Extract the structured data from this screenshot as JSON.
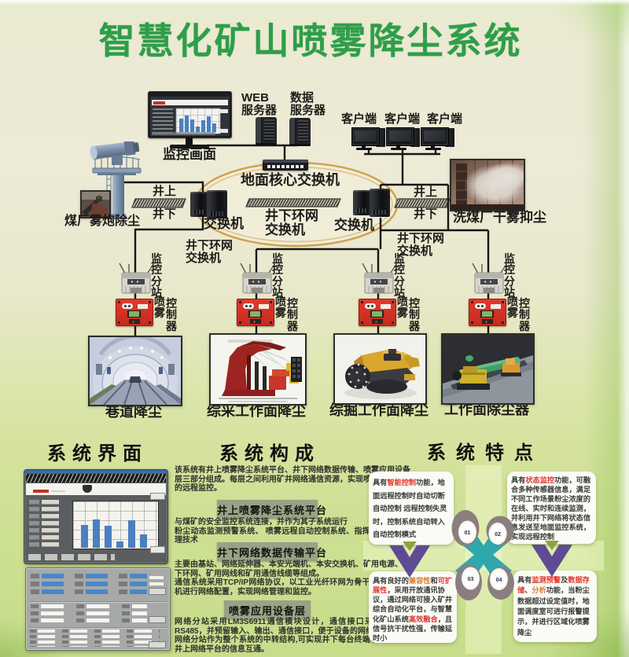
{
  "title": "智慧化矿山喷雾降尘系统",
  "colors": {
    "title_green": "#2F9E49",
    "ellipse_tan": "#CFA14D",
    "controller_red": "#D23126",
    "highlight_red": "#E03A30",
    "highlight_orange": "#E07B35",
    "arrow_purple": "#5E4B93",
    "motif_teal": "#2EA8AC",
    "chart_blue": "#4A7FC1",
    "platform_label_bg": "#97A084"
  },
  "chart_data": {
    "type": "bar",
    "note": "decorative dashboard bar charts inside screenshots",
    "monitor_bars": [
      62,
      78,
      60,
      25,
      55,
      75,
      40
    ],
    "interface_bars": [
      52,
      65,
      50,
      15,
      62,
      30
    ]
  },
  "topology": {
    "monitor_label": "监控画面",
    "web_server_label_line1": "WEB",
    "web_server_label_line2": "服务器",
    "data_server_label_line1": "数据",
    "data_server_label_line2": "服务器",
    "client1_label": "客户端",
    "client2_label": "客户端",
    "client3_label": "客户端",
    "core_switch_label": "地面核心交换机",
    "ring_center_line1": "井下环网",
    "ring_center_line2": "交换机",
    "left_surface_above": "井上",
    "left_surface_below": "井下",
    "right_surface_above": "井上",
    "right_surface_below": "井下",
    "left_switch_label": "交换机",
    "right_switch_label": "交换机",
    "ring_left_line1": "井下环网",
    "ring_left_line2": "交换机",
    "ring_right_line1": "井下环网",
    "ring_right_line2": "交换机",
    "fog_cannon_label": "煤厂雾炮除尘",
    "wash_plant_label": "洗煤厂干雾抑尘",
    "substation_label": "监控分站",
    "controller_label_col1": "喷雾",
    "controller_label_col2": "控制器",
    "scene1_label": "巷道降尘",
    "scene2_label": "综采工作面降尘",
    "scene3_label": "综掘工作面降尘",
    "scene4_label": "工作面除尘器"
  },
  "interface_section": {
    "heading": "系统界面"
  },
  "composition_section": {
    "heading": "系统构成",
    "intro": "该系统有井上喷雾降尘系统平台、井下网络数据传输、喷雾应用设备层三部分组成。每层之间利用矿井网络通信资源，实现喷雾降尘装置的远程监控。",
    "platform1_label": "井上喷雾降尘系统平台",
    "platform1_desc": "与煤矿的安全监控系统连接，并作为其子系统运行\n粉尘动态监测预警系统、 喷雾远程自动控制系统、指挥调度分级管理技术",
    "platform2_label": "井下网络数据传输平台",
    "platform2_desc": "主要由基站、网络延伸器、本安光端机、本安交换机、矿用电源、井下环网、矿用网线和矿用通信线缆等组成。\n通信系统采用TCP/IP网络协议，以工业光纤环网为骨干，通过交换机进行网络配置，实现网络管理和监控。",
    "platform3_label": "喷雾应用设备层",
    "platform3_desc": "网络分站采用LM3S6911通信模块设计，通信接口采用RJ45转RS485，并预留输入、输出、通信接口，便于设备的网络扩展;同时,网络分站作为整个系统的中转结构,可实现井下每台终端喷雾设备与井上网络平台的信息互通。"
  },
  "features_section": {
    "heading": "系统特点",
    "badge1": "01",
    "badge2": "02",
    "badge3": "03",
    "badge4": "04",
    "box1_segments": [
      {
        "t": "具有"
      },
      {
        "t": "智能控制",
        "hl": "red"
      },
      {
        "t": "功能，地面远程控制时自动切断自动控制 远程控制失灵时，控制系统自动转入自动控制模式"
      }
    ],
    "box2_segments": [
      {
        "t": "具有"
      },
      {
        "t": "状态监控",
        "hl": "red"
      },
      {
        "t": "功能，可融合多种传感器信息，满足不同工作场景粉尘浓度的在线、实时和连续监测，并利用井下网络将状态信息发送至地面监控系统，实现远程控制"
      }
    ],
    "box3_segments": [
      {
        "t": "具有良好的"
      },
      {
        "t": "兼容性",
        "hl": "orange"
      },
      {
        "t": "和"
      },
      {
        "t": "可扩展性",
        "hl": "red"
      },
      {
        "t": "，采用开放通讯协议，通过网络可接入矿井综合自动化平台，与智慧化矿山系统"
      },
      {
        "t": "高效融合",
        "hl": "red"
      },
      {
        "t": "，且信号抗干扰性强，传输延时小"
      }
    ],
    "box4_segments": [
      {
        "t": "具有"
      },
      {
        "t": "监测预警",
        "hl": "red"
      },
      {
        "t": "及"
      },
      {
        "t": "数据存储",
        "hl": "red"
      },
      {
        "t": "、"
      },
      {
        "t": "分析",
        "hl": "orange"
      },
      {
        "t": "功能，当粉尘数据超过设定值时，地面调度室可进行报警提示，并进行区域化喷雾降尘"
      }
    ]
  }
}
